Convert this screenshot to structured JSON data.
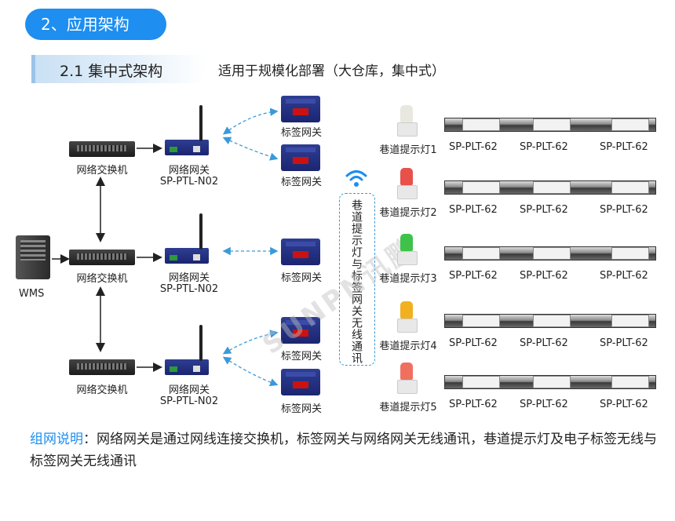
{
  "heading": "2、应用架构",
  "section": {
    "title": "2.1 集中式架构",
    "desc": "适用于规模化部署（大仓库，集中式）"
  },
  "server": {
    "label": "WMS"
  },
  "switches": [
    {
      "label": "网络交换机"
    },
    {
      "label": "网络交换机"
    },
    {
      "label": "网络交换机"
    }
  ],
  "gateways": [
    {
      "label": "网络网关",
      "model": "SP-PTL-N02"
    },
    {
      "label": "网络网关",
      "model": "SP-PTL-N02"
    },
    {
      "label": "网络网关",
      "model": "SP-PTL-N02"
    }
  ],
  "tag_gateways": [
    {
      "label": "标签网关"
    },
    {
      "label": "标签网关"
    },
    {
      "label": "标签网关"
    },
    {
      "label": "标签网关"
    },
    {
      "label": "标签网关"
    }
  ],
  "wireless_label": "巷道提示灯与标签网关无线通讯",
  "watermark": "SUNPN讯鹏",
  "lanes": [
    {
      "light": "巷道提示灯1",
      "color": "#e8e8e0",
      "rails": [
        "SP-PLT-62",
        "SP-PLT-62",
        "SP-PLT-62"
      ]
    },
    {
      "light": "巷道提示灯2",
      "color": "#e8504a",
      "rails": [
        "SP-PLT-62",
        "SP-PLT-62",
        "SP-PLT-62"
      ]
    },
    {
      "light": "巷道提示灯3",
      "color": "#3fc24a",
      "rails": [
        "SP-PLT-62",
        "SP-PLT-62",
        "SP-PLT-62"
      ]
    },
    {
      "light": "巷道提示灯4",
      "color": "#f0b020",
      "rails": [
        "SP-PLT-62",
        "SP-PLT-62",
        "SP-PLT-62"
      ]
    },
    {
      "light": "巷道提示灯5",
      "color": "#f07060",
      "rails": [
        "SP-PLT-62",
        "SP-PLT-62",
        "SP-PLT-62"
      ]
    }
  ],
  "note": {
    "highlight": "组网说明",
    "text": "：网络网关是通过网线连接交换机，标签网关与网络网关无线通讯，巷道提示灯及电子标签无线与标签网关无线通讯"
  }
}
